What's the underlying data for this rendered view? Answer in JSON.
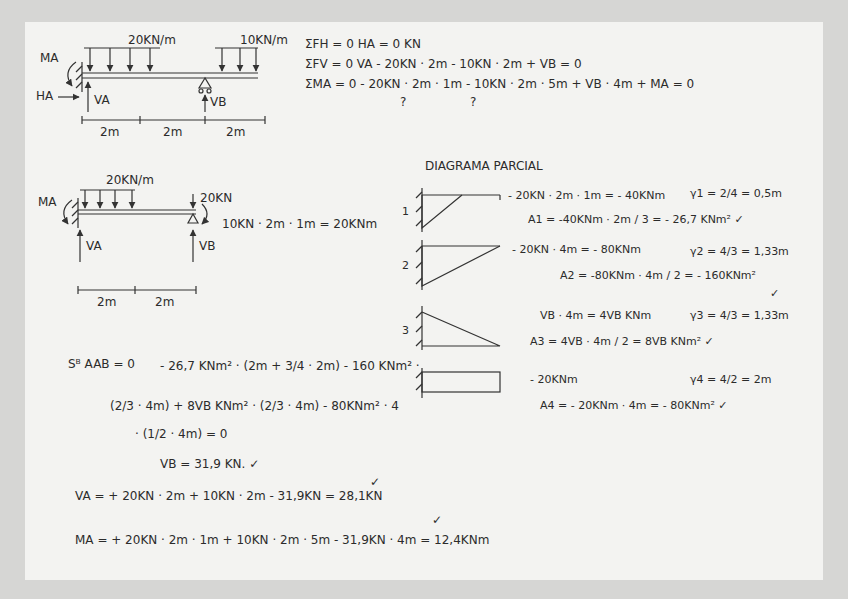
{
  "diagram": {
    "labels": [
      "20KN/m",
      "10KN/m",
      "MA",
      "HA",
      "VA",
      "VB",
      "2m",
      "2m",
      "2m",
      "ΣFH = 0    HA = 0 KN",
      "ΣFV = 0    VA - 20KN · 2m - 10KN · 2m + VB = 0",
      "ΣMA = 0 - 20KN · 2m · 1m - 10KN · 2m · 5m + VB · 4m + MA = 0",
      "?",
      "?",
      "DIAGRAMA PARCIAL",
      "20KN/m",
      "20KN",
      "MA",
      "10KN · 2m · 1m = 20KNm",
      "VA",
      "VB",
      "2m",
      "2m",
      "1",
      "- 20KN · 2m · 1m = - 40KNm",
      "γ1 = 2/4 = 0,5m",
      "A1 = -40KNm · 2m / 3 = - 26,7 KNm² ✓",
      "2",
      "- 20KN · 4m = - 80KNm",
      "γ2 = 4/3 = 1,33m",
      "A2 = -80KNm · 4m / 2 = - 160KNm²",
      "✓",
      "3",
      "VB · 4m = 4VB KNm",
      "γ3 = 4/3 = 1,33m",
      "A3 = 4VB · 4m / 2 = 8VB KNm² ✓",
      "- 20KNm",
      "γ4 = 4/2 = 2m",
      "A4 = - 20KNm · 4m = - 80KNm² ✓",
      "Sᴮ AAB = 0",
      "- 26,7 KNm² · (2m + 3/4 · 2m) - 160 KNm² ·",
      "(2/3 · 4m) + 8VB KNm² · (2/3 · 4m) - 80KNm² · 4",
      "· (1/2 · 4m) = 0",
      "VB = 31,9 KN. ✓",
      "✓",
      "VA = + 20KN · 2m + 10KN · 2m - 31,9KN = 28,1KN",
      "✓",
      "MA = + 20KN · 2m · 1m + 10KN · 2m · 5m - 31,9KN · 4m = 12,4KNm"
    ]
  }
}
